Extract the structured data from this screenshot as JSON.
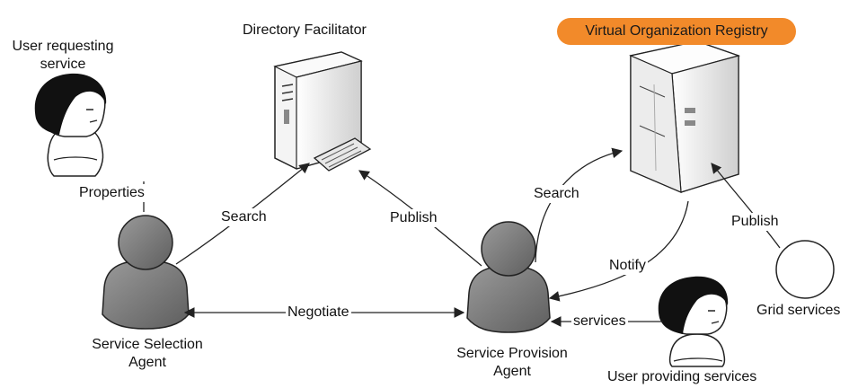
{
  "labels": {
    "user_requesting": [
      "User requesting",
      "service"
    ],
    "directory_facilitator": "Directory Facilitator",
    "vo_registry": "Virtual Organization Registry",
    "properties": "Properties",
    "search_left": "Search",
    "publish_left": "Publish",
    "search_right": "Search",
    "publish_right": "Publish",
    "notify": "Notify",
    "negotiate": "Negotiate",
    "services": "services",
    "service_selection_agent": [
      "Service Selection",
      "Agent"
    ],
    "service_provision_agent": [
      "Service Provision",
      "Agent"
    ],
    "grid_services": "Grid services",
    "user_providing": "User providing services"
  },
  "colors": {
    "highlight": "#f28a2a",
    "agent_fill": "#7a7a7a",
    "line": "#222222"
  }
}
